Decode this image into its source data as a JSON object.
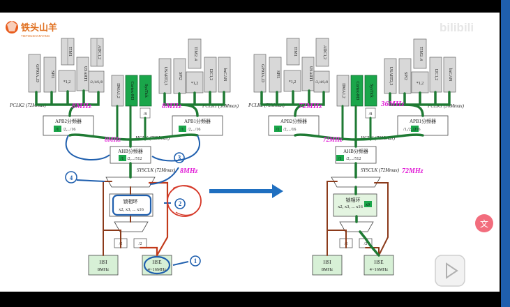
{
  "logo": {
    "name": "铁头山羊",
    "subtitle": "TIETOUSHANYANG"
  },
  "watermark": "bilibili",
  "left": {
    "hclk": "HCLK (72Mmax)",
    "sysclk": "SYSCLK (72Mmax)",
    "pclk2": "PCLK2 (72Mmax)",
    "pclk1": "PCLK1 (36Mmax)",
    "apb2": "APB2分频器",
    "apb2_div": "/2,.../16",
    "apb2_sel": "/1",
    "apb1": "APB1分频器",
    "apb1_div": "/2,.../16",
    "apb1_sel": "/1",
    "ahb": "AHB分频器",
    "ahb_div": "/2,.../512",
    "ahb_sel": "/1",
    "pll": "锁相环",
    "pll_mul": "x2, x3, ... x16",
    "hsi": "HSI",
    "hsi_freq": "8MHz",
    "hse": "HSE",
    "hse_freq": "4~16MHz",
    "div2a": "/2",
    "div2b": "/2",
    "div8": "/8",
    "ann_pclk2": "8MHz",
    "ann_pclk1": "8MHz",
    "ann_hclk": "8MHz",
    "ann_sysclk": "8MHz",
    "num1": "1",
    "num2": "2",
    "num3": "3",
    "num4": "4",
    "apb2_periphs": [
      "GPIOA..D",
      "SPI1",
      "TIM1",
      "*1,2",
      "USART1",
      "ADC1,2",
      "/2,/4/6,/8"
    ],
    "mid_periphs": [
      "DMA1,2",
      "Cortex-M3",
      "SysTick"
    ],
    "apb1_periphs": [
      "USART2,3",
      "SPI2",
      "TIM2..4",
      "*1,2",
      "I2C1,2",
      "bxCAN"
    ]
  },
  "right": {
    "hclk": "HCLK (72Mmax)",
    "sysclk": "SYSCLK (72Mmax)",
    "pclk2": "PCLK2 (72Mmax)",
    "pclk1": "PCLK1 (36Mmax)",
    "apb2": "APB2分频器",
    "apb2_div": "/2,.../16",
    "apb2_sel": "/1",
    "apb1": "APB1分频器",
    "apb1_div": "/1,/2,.../16",
    "apb1_sel": "/2",
    "ahb": "AHB分频器",
    "ahb_div": "/2,.../512",
    "ahb_sel": "/1",
    "pll": "锁相环",
    "pll_mul": "x2, x3, ... x16",
    "pll_sel": "x9",
    "hsi": "HSI",
    "hsi_freq": "8MHz",
    "hse": "HSE",
    "hse_freq": "4~16MHz",
    "div2a": "/2",
    "div2b": "/2",
    "div8": "/8",
    "ann_pclk2": "72MHz",
    "ann_pclk1": "36MHz",
    "ann_hclk": "72MHz",
    "ann_sysclk": "72MHz"
  },
  "colors": {
    "green": "#1aa64a",
    "dark_green": "#1e7a33",
    "brown": "#8b3a1a",
    "red": "#d63a2a",
    "blue": "#1f5fae",
    "magenta": "#e11bd6",
    "bg": "#ffffff"
  }
}
